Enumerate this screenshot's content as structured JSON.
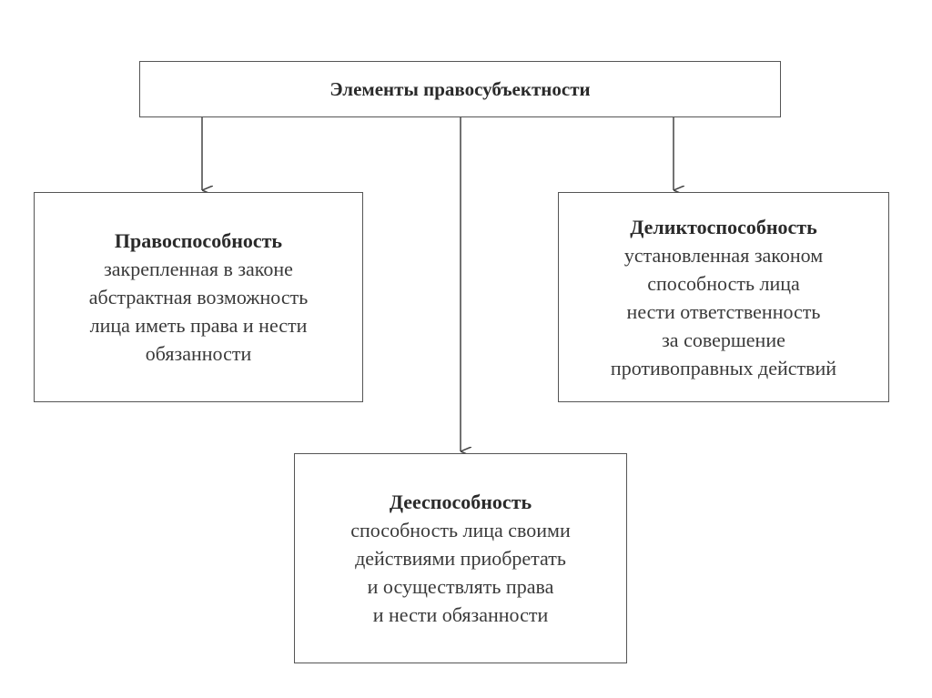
{
  "root": {
    "title": "Элементы правосубъектности"
  },
  "nodes": [
    {
      "title": "Правоспособность",
      "lines": [
        "закрепленная в законе",
        "абстрактная возможность",
        "лица иметь права и нести",
        "обязанности"
      ]
    },
    {
      "title": "Деликтоспособность",
      "lines": [
        "установленная законом",
        "способность лица",
        "нести ответственность",
        "за совершение",
        "противоправных действий"
      ]
    },
    {
      "title": "Дееспособность",
      "lines": [
        "способность лица своими",
        "действиями приобретать",
        "и осуществлять права",
        "и нести обязанности"
      ]
    }
  ]
}
